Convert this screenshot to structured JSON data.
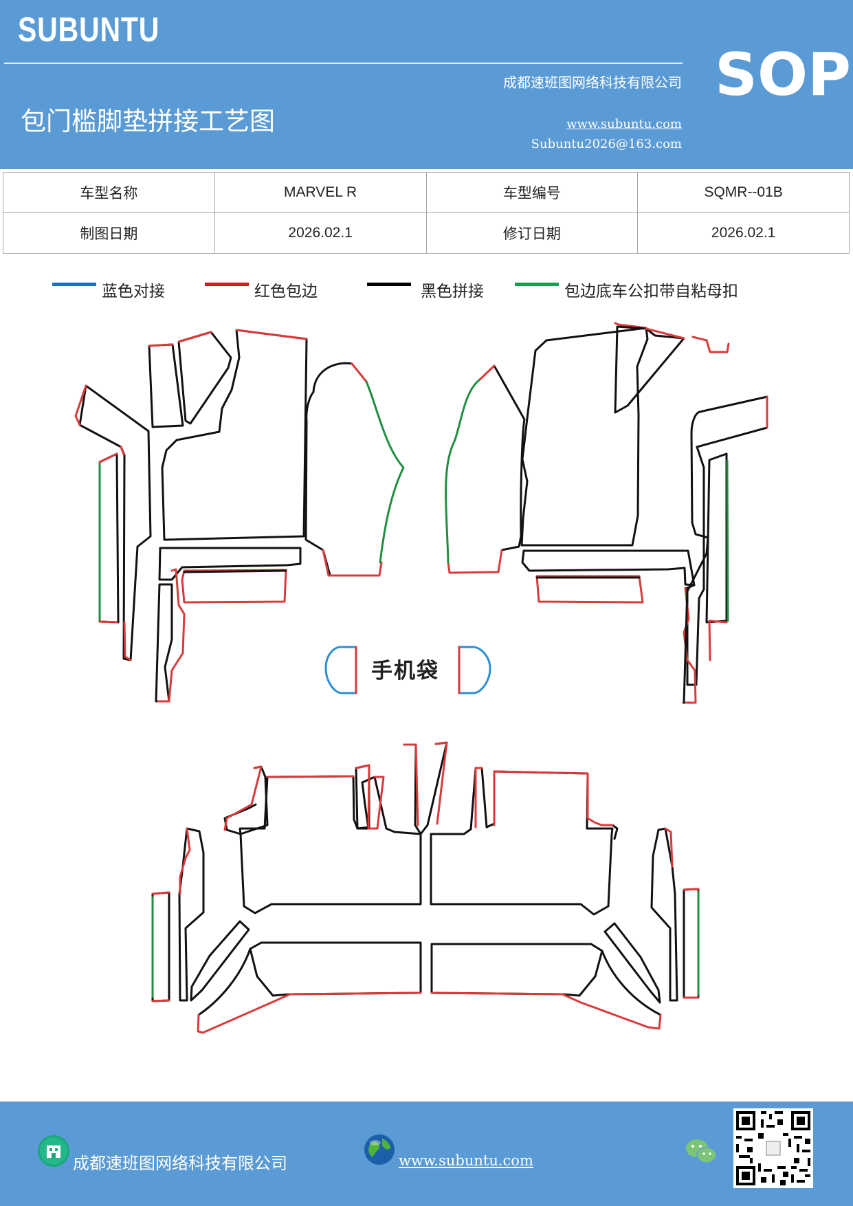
{
  "header": {
    "brand": "SUBUNTU",
    "badge": "SOP",
    "company": "成都速班图网络科技有限公司",
    "title": "包门槛脚垫拼接工艺图",
    "website": "www.subuntu.com",
    "email": "Subuntu2026@163.com"
  },
  "info_table": {
    "row1": {
      "label1": "车型名称",
      "value1": "MARVEL R",
      "label2": "车型编号",
      "value2": "SQMR--01B"
    },
    "row2": {
      "label1": "制图日期",
      "value1": "2026.02.1",
      "label2": "修订日期",
      "value2": "2026.02.1"
    }
  },
  "legend": [
    {
      "label": "蓝色对接",
      "color": "#1a73c0"
    },
    {
      "label": "红色包边",
      "color": "#e0141b"
    },
    {
      "label": "黑色拼接",
      "color": "#000000"
    },
    {
      "label": "包边底车公扣带自粘母扣",
      "color": "#16a04a"
    }
  ],
  "drawing": {
    "phone_pocket_label": "手机袋",
    "colors": {
      "black": "#111111",
      "red": "#d93a3a",
      "green": "#1f8f3f",
      "blue": "#2b8fd6"
    }
  },
  "footer": {
    "company": "成都速班图网络科技有限公司",
    "website": "www.subuntu.com",
    "icons": [
      "building-icon",
      "globe-icon",
      "wechat-icon",
      "qr-code"
    ]
  }
}
